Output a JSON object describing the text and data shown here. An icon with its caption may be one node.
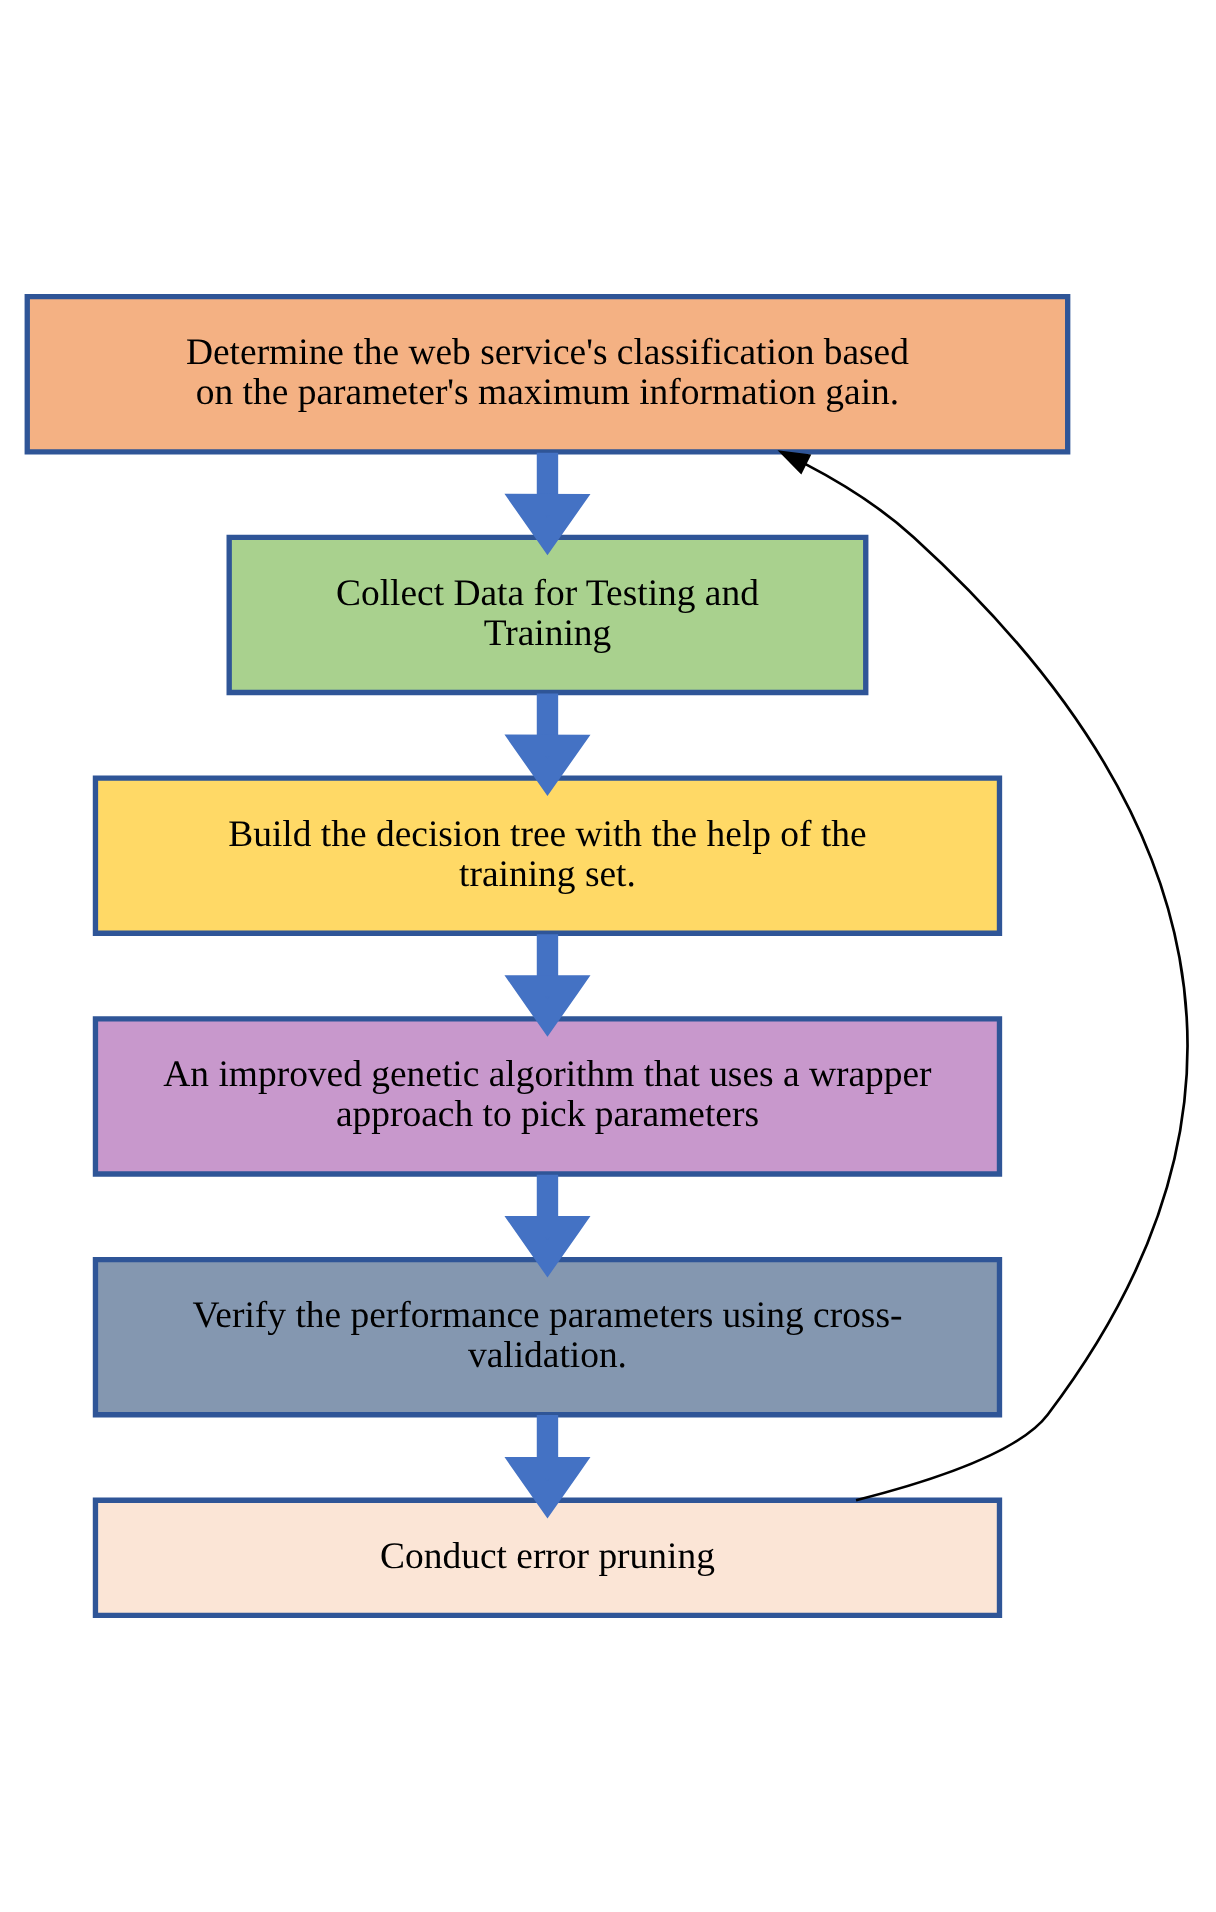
{
  "diagram": {
    "nodes": [
      {
        "text": [
          "Determine the web service's classification based on the parameter's maximum information gain."
        ]
      },
      {
        "text": [
          "Collect Data for Testing and Training"
        ]
      },
      {
        "text": [
          "Build the decision tree with the help of the training set."
        ]
      },
      {
        "text": [
          "An improved genetic algorithm that uses a wrapper approach to pick parameters"
        ]
      },
      {
        "text": [
          "Verify the performance parameters using cross-validation."
        ]
      },
      {
        "text": [
          "Conduct error pruning"
        ]
      }
    ],
    "edges": [
      {
        "from": 0,
        "to": 1,
        "arrow": "to"
      },
      {
        "from": 1,
        "to": 2,
        "arrow": "to"
      },
      {
        "from": 2,
        "to": 3,
        "arrow": "to"
      },
      {
        "from": 3,
        "to": 4,
        "arrow": "to"
      },
      {
        "from": 4,
        "to": 5,
        "arrow": "to"
      },
      {
        "from": 5,
        "to": 0,
        "arrow": "to",
        "color": "#000000"
      }
    ]
  }
}
